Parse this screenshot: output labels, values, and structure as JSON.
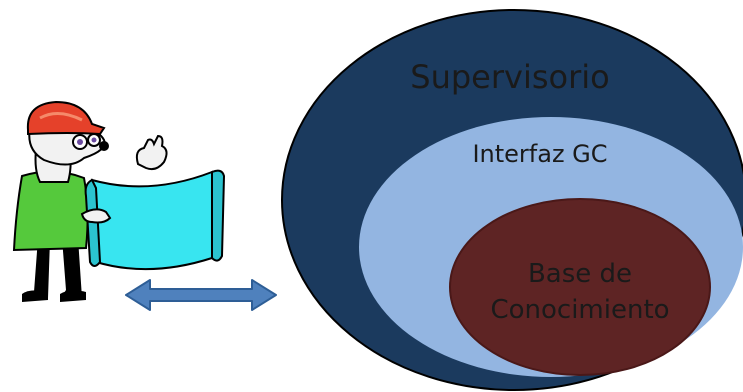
{
  "diagram": {
    "levels": [
      {
        "label": "Supervisorio",
        "color": "#1b3a5e"
      },
      {
        "label": "Interfaz GC",
        "color": "#93b5e1"
      },
      {
        "label_lines": [
          "Base de",
          "Conocimiento"
        ],
        "color": "#5e2424"
      }
    ],
    "arrow": {
      "direction": "bidirectional",
      "color": "#4f81bd"
    },
    "figure": {
      "description_icon": "engineer-with-blueprint-icon"
    }
  }
}
